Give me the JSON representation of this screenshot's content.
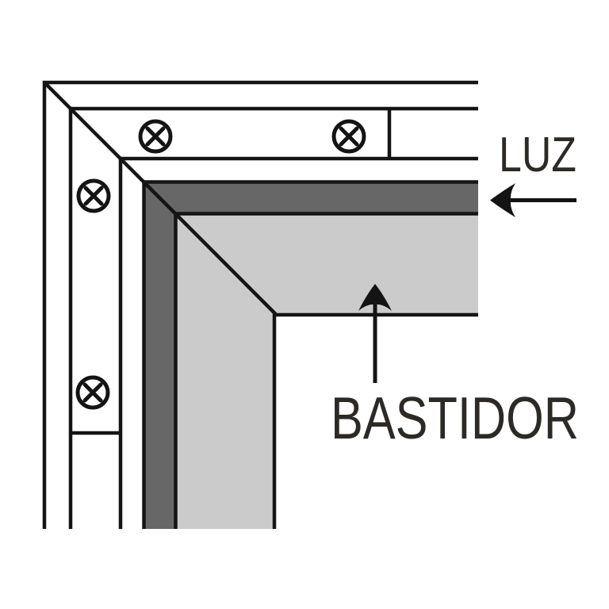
{
  "labels": {
    "luz": "LUZ",
    "bastidor": "BASTIDOR"
  },
  "colors": {
    "background": "#ffffff",
    "line": "#141414",
    "dark_band": "#676767",
    "light_band": "#cbcbcb",
    "text": "#2d2a26",
    "screw_fill": "#ffffff"
  },
  "icons": {
    "screw": "circle-with-x-screw-head",
    "luz_arrow": "arrow-pointing-left",
    "bastidor_arrow": "arrow-pointing-up"
  }
}
